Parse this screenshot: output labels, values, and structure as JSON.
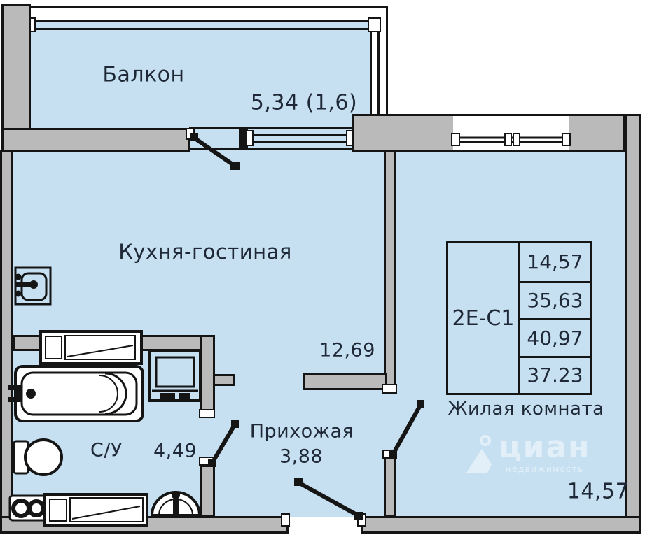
{
  "colors": {
    "room": "#c6e0f1",
    "wall": "#bababa",
    "line": "#151515",
    "text": "#1f2836"
  },
  "rooms": {
    "balcony": {
      "label": "Балкон",
      "area": "5,34 (1,6)"
    },
    "kitchen_living": {
      "label": "Кухня-гостиная",
      "area": "12,69"
    },
    "bathroom": {
      "label": "С/У",
      "area": "4,49"
    },
    "hallway": {
      "label": "Прихожая",
      "area": "3,88"
    },
    "living_room": {
      "label": "Жилая комната",
      "area": "14,57"
    }
  },
  "info_table": {
    "unit_code": "2Е-С1",
    "rows": [
      "14,57",
      "35,63",
      "40,97",
      "37.23"
    ]
  },
  "watermark": {
    "brand": "циан",
    "tagline": "недвижимость"
  }
}
